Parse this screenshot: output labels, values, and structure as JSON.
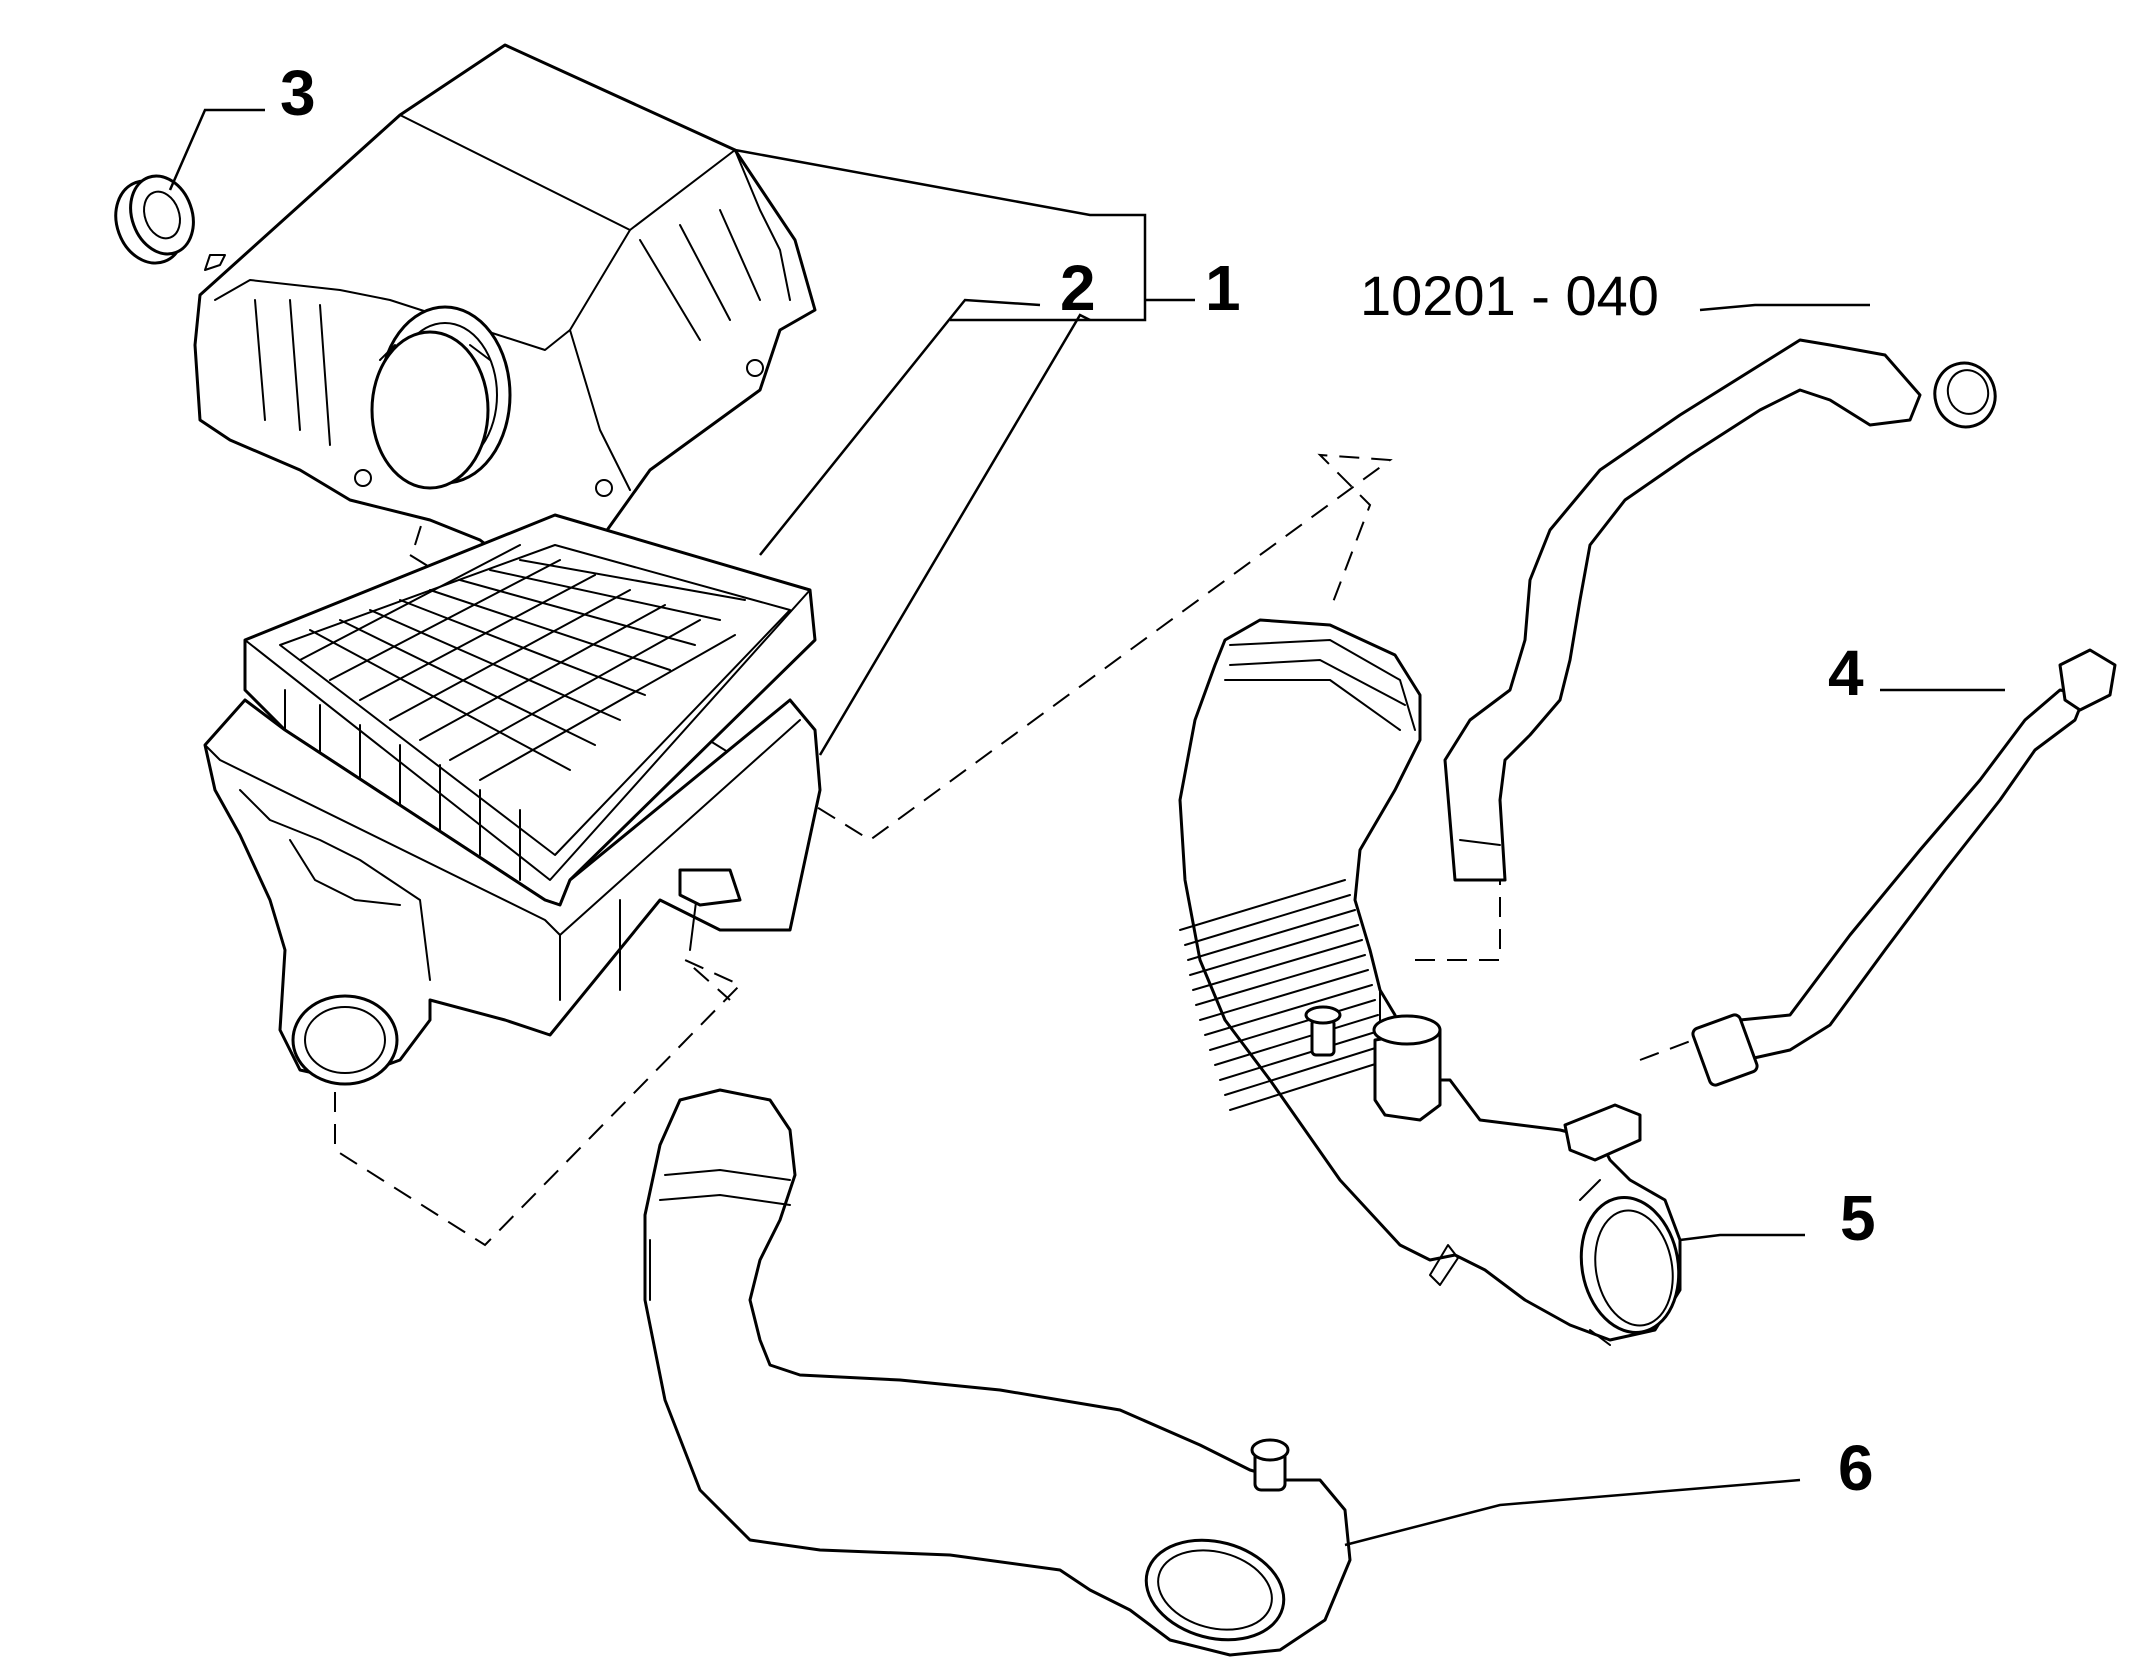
{
  "callouts": {
    "c1": "1",
    "c2": "2",
    "c3": "3",
    "c4": "4",
    "c5": "5",
    "c6": "6"
  },
  "reference": "10201 - 040"
}
